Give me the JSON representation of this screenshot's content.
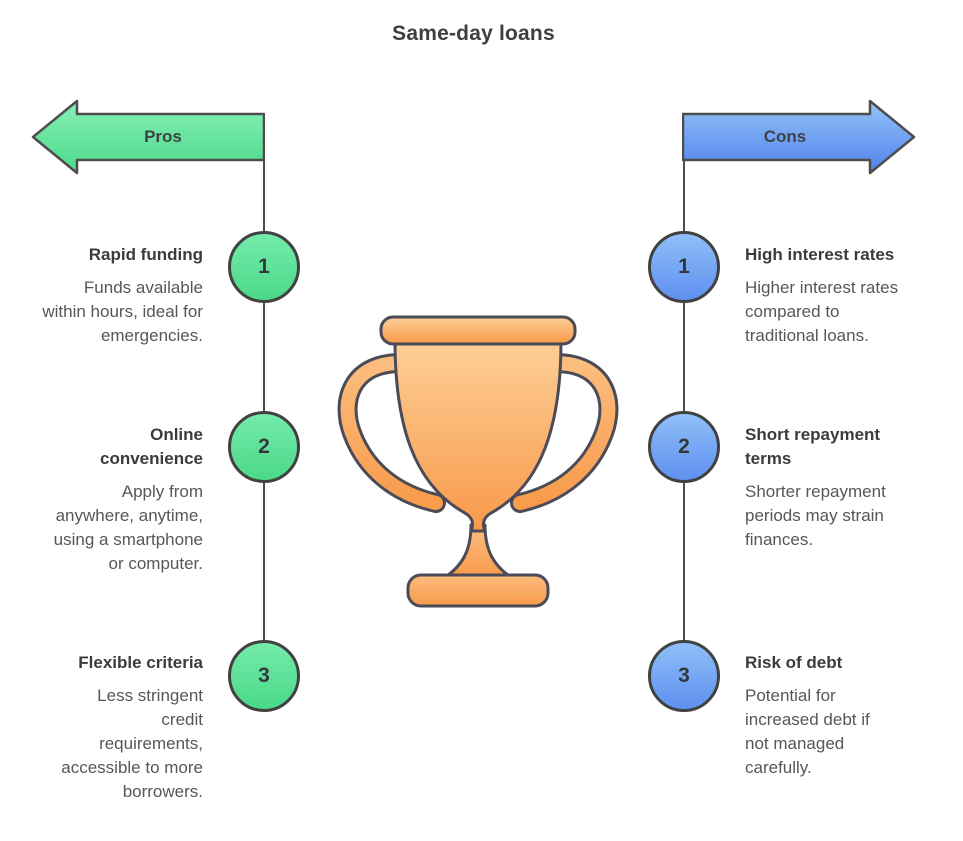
{
  "title": "Same-day loans",
  "pros": {
    "label": "Pros",
    "accent_color": "#4eda8d",
    "items": [
      {
        "number": "1",
        "heading": "Rapid funding",
        "description": "Funds available within hours, ideal for emergencies."
      },
      {
        "number": "2",
        "heading": "Online convenience",
        "description": "Apply from anywhere, anytime, using a smartphone or computer."
      },
      {
        "number": "3",
        "heading": "Flexible criteria",
        "description": "Less stringent credit requirements, accessible to more borrowers."
      }
    ]
  },
  "cons": {
    "label": "Cons",
    "accent_color": "#5585ec",
    "items": [
      {
        "number": "1",
        "heading": "High interest rates",
        "description": "Higher interest rates compared to traditional loans."
      },
      {
        "number": "2",
        "heading": "Short repayment terms",
        "description": "Shorter repayment periods may strain finances."
      },
      {
        "number": "3",
        "heading": "Risk of debt",
        "description": "Potential for increased debt if not managed carefully."
      }
    ]
  },
  "center_icon": {
    "name": "trophy-icon",
    "color": "#f89b4b"
  },
  "colors": {
    "background": "#ffffff",
    "title_text": "#3f3f3f",
    "heading_text": "#3b3b3b",
    "body_text": "#575757",
    "outline": "#4d4d4d"
  }
}
